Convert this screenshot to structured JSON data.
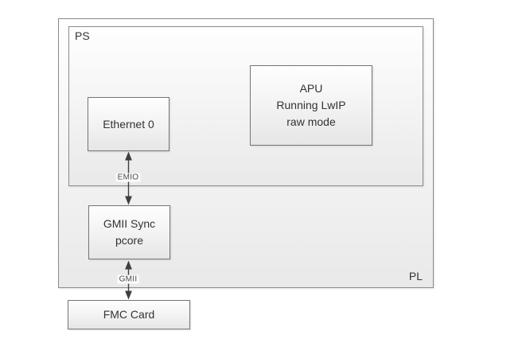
{
  "containers": {
    "ps": {
      "label": "PS"
    },
    "pl": {
      "label": "PL"
    }
  },
  "blocks": {
    "ethernet0": {
      "lines": [
        "Ethernet 0"
      ]
    },
    "apu": {
      "lines": [
        "APU",
        "Running LwIP",
        "raw mode"
      ]
    },
    "gmii_sync": {
      "lines": [
        "GMII Sync",
        "pcore"
      ]
    },
    "fmc_card": {
      "lines": [
        "FMC Card"
      ]
    }
  },
  "connectors": {
    "emio": {
      "label": "EMIO"
    },
    "gmii": {
      "label": "GMII"
    }
  },
  "colors": {
    "container_border": "#8a8a8a",
    "block_border": "#757575",
    "block_fill_top": "#fefefe",
    "block_fill_bottom": "#e6e6e6",
    "arrow": "#3f3f3f",
    "text": "#333333",
    "connector_text": "#4a4a4a",
    "page_background": "#ffffff"
  }
}
